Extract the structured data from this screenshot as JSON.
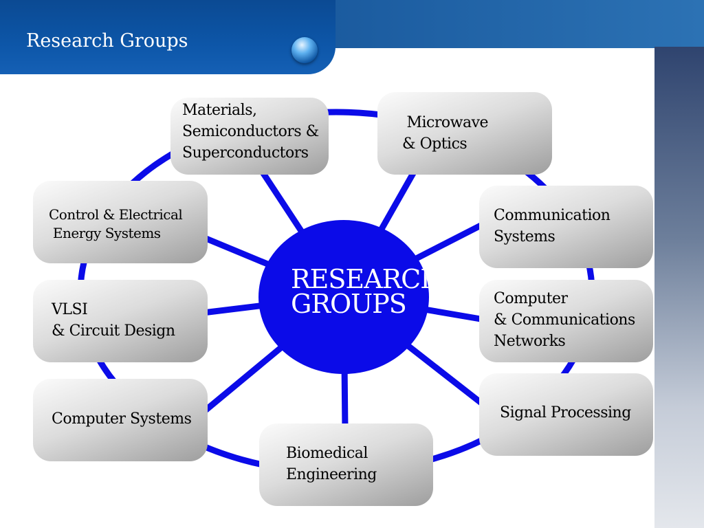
{
  "slide": {
    "title": "Research Groups"
  },
  "diagram": {
    "hub_label": "RESEARCH\nGROUPS",
    "groups": [
      {
        "id": "materials",
        "label": "Materials,\nSemiconductors &\nSuperconductors"
      },
      {
        "id": "microwave",
        "label": " Microwave\n& Optics"
      },
      {
        "id": "communication",
        "label": "Communication\nSystems"
      },
      {
        "id": "computer-networks",
        "label": "Computer\n& Communications\nNetworks"
      },
      {
        "id": "signal",
        "label": "Signal Processing"
      },
      {
        "id": "biomedical",
        "label": "Biomedical\nEngineering"
      },
      {
        "id": "computer-systems",
        "label": "Computer Systems"
      },
      {
        "id": "vlsi",
        "label": "VLSI\n& Circuit Design"
      },
      {
        "id": "control",
        "label": "Control & Electrical\n Energy Systems"
      }
    ],
    "colors": {
      "hub": "#0b0be8",
      "connectors": "#0b0be8",
      "header": "#0d56a8"
    }
  }
}
